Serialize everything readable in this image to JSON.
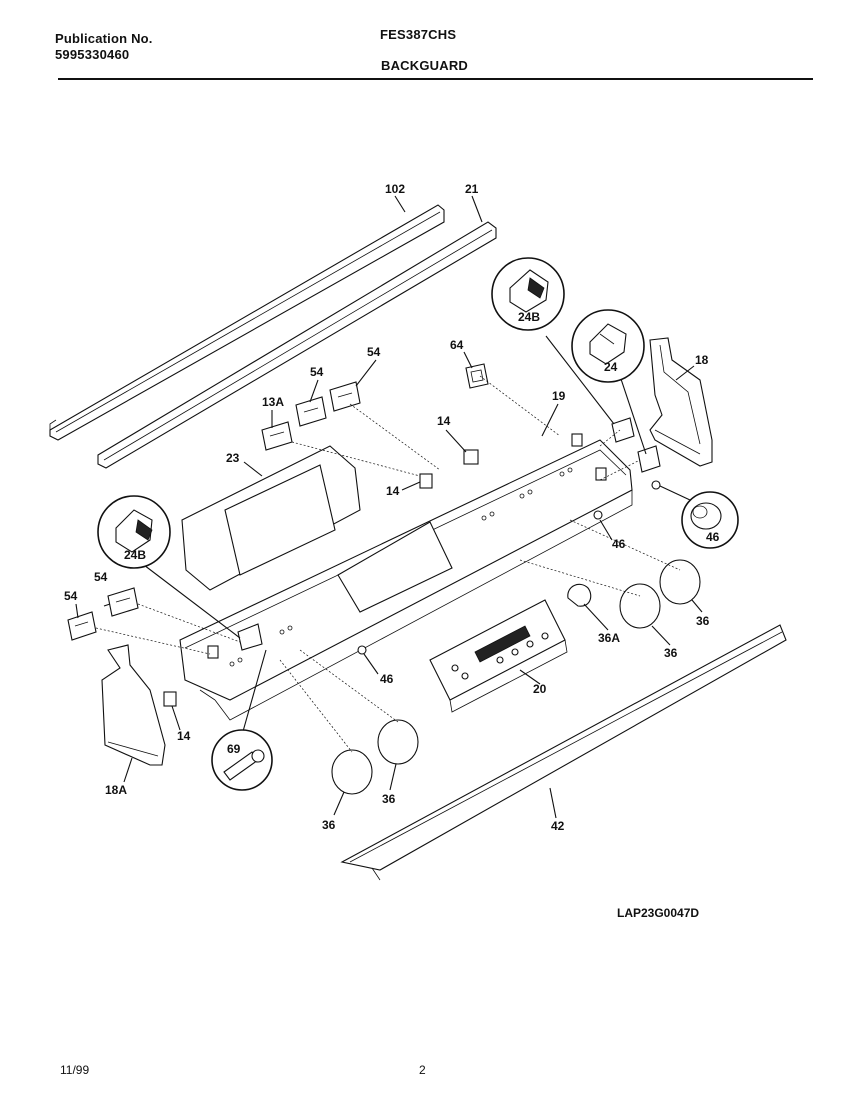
{
  "header": {
    "publication_label": "Publication No.",
    "publication_number": "5995330460",
    "model": "FES387CHS",
    "section": "BACKGUARD"
  },
  "callouts": {
    "c102": "102",
    "c21": "21",
    "c24B_top": "24B",
    "c24": "24",
    "c18": "18",
    "c64": "64",
    "c54_a": "54",
    "c54_b": "54",
    "c13A": "13A",
    "c19": "19",
    "c14_a": "14",
    "c14_b": "14",
    "c23": "23",
    "c46_circle": "46",
    "c46_a": "46",
    "c24B_left": "24B",
    "c54_c": "54",
    "c54_d": "54",
    "c36A": "36A",
    "c36_a": "36",
    "c36_b": "36",
    "c46_b": "46",
    "c20": "20",
    "c14_c": "14",
    "c69": "69",
    "c18A": "18A",
    "c36_c": "36",
    "c36_d": "36",
    "c42": "42"
  },
  "drawing_code": "LAP23G0047D",
  "footer": {
    "date": "11/99",
    "page": "2"
  }
}
